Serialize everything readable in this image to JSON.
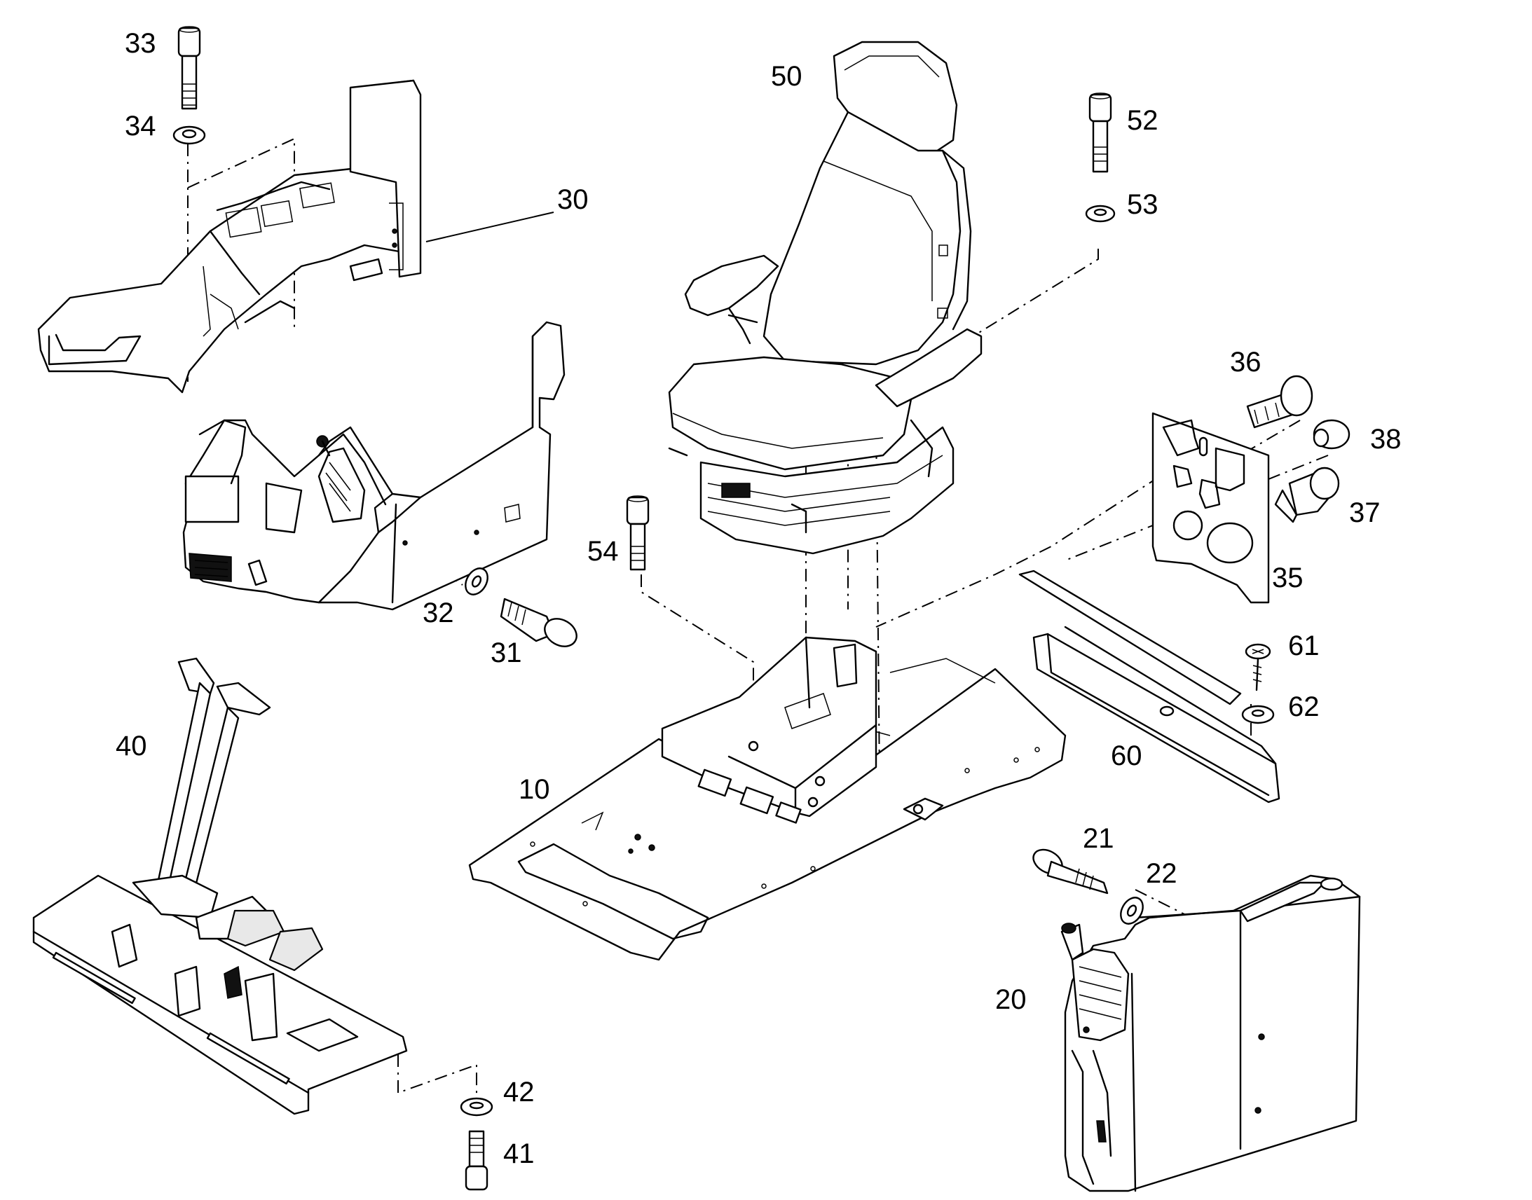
{
  "callouts": {
    "c10": "10",
    "c20": "20",
    "c21": "21",
    "c22": "22",
    "c30": "30",
    "c31": "31",
    "c32": "32",
    "c33": "33",
    "c34": "34",
    "c35": "35",
    "c36": "36",
    "c37": "37",
    "c38": "38",
    "c40": "40",
    "c41": "41",
    "c42": "42",
    "c50": "50",
    "c52": "52",
    "c53": "53",
    "c54": "54",
    "c60": "60",
    "c61": "61",
    "c62": "62"
  }
}
